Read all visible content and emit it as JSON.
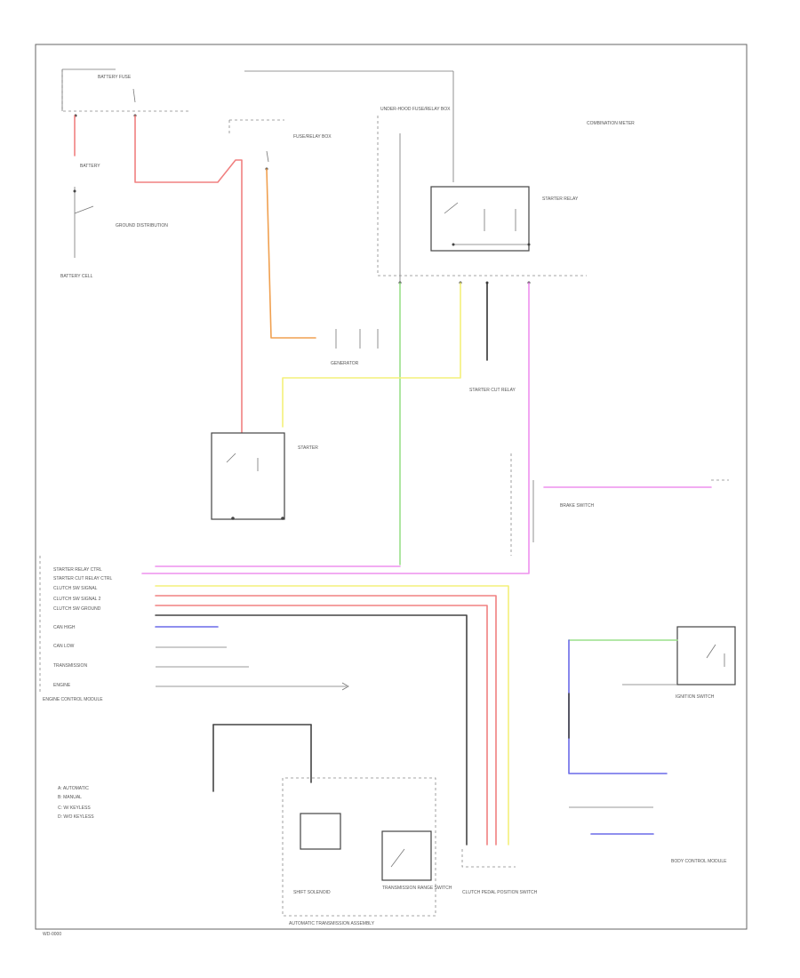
{
  "colors": {
    "red": "#f08080",
    "orange": "#f0a050",
    "yellow": "#f3f07a",
    "green": "#9ae08a",
    "magenta": "#ee90ee",
    "blue": "#6a6ae8",
    "gray": "#444444"
  },
  "components": {
    "battery": "BATTERY",
    "battery_fuse": "BATTERY FUSE",
    "battery_cell": "BATTERY CELL",
    "ground_distribution": "GROUND DISTRIBUTION",
    "hood_relay_box": "FUSE/RELAY BOX",
    "starter_relay": "STARTER RELAY",
    "starter_cut_relay": "STARTER CUT RELAY",
    "underhood_box": "UNDER-HOOD FUSE/RELAY BOX",
    "generator": "GENERATOR",
    "starter_motor": "STARTER",
    "combination_meter": "COMBINATION METER",
    "brake_switch": "BRAKE SWITCH",
    "clutch_switch": "CLUTCH PEDAL POSITION SWITCH",
    "transmission_assembly": "AUTOMATIC TRANSMISSION ASSEMBLY",
    "transmission_switch": "TRANSMISSION RANGE SWITCH",
    "control_solenoid": "SHIFT SOLENOID",
    "ecm": "ENGINE CONTROL MODULE",
    "body_control": "BODY CONTROL MODULE",
    "ignition_switch": "IGNITION SWITCH"
  },
  "ecm_pins": [
    "STARTER RELAY CTRL",
    "STARTER CUT RELAY CTRL",
    "CLUTCH SW SIGNAL",
    "CLUTCH SW SIGNAL 2",
    "CLUTCH SW GROUND",
    "CAN HIGH",
    "CAN LOW",
    "TRANSMISSION",
    "ENGINE"
  ],
  "legend": [
    "A: AUTOMATIC",
    "B: MANUAL",
    "C: W/ KEYLESS",
    "D: W/O KEYLESS"
  ],
  "footer": "WD-0000"
}
